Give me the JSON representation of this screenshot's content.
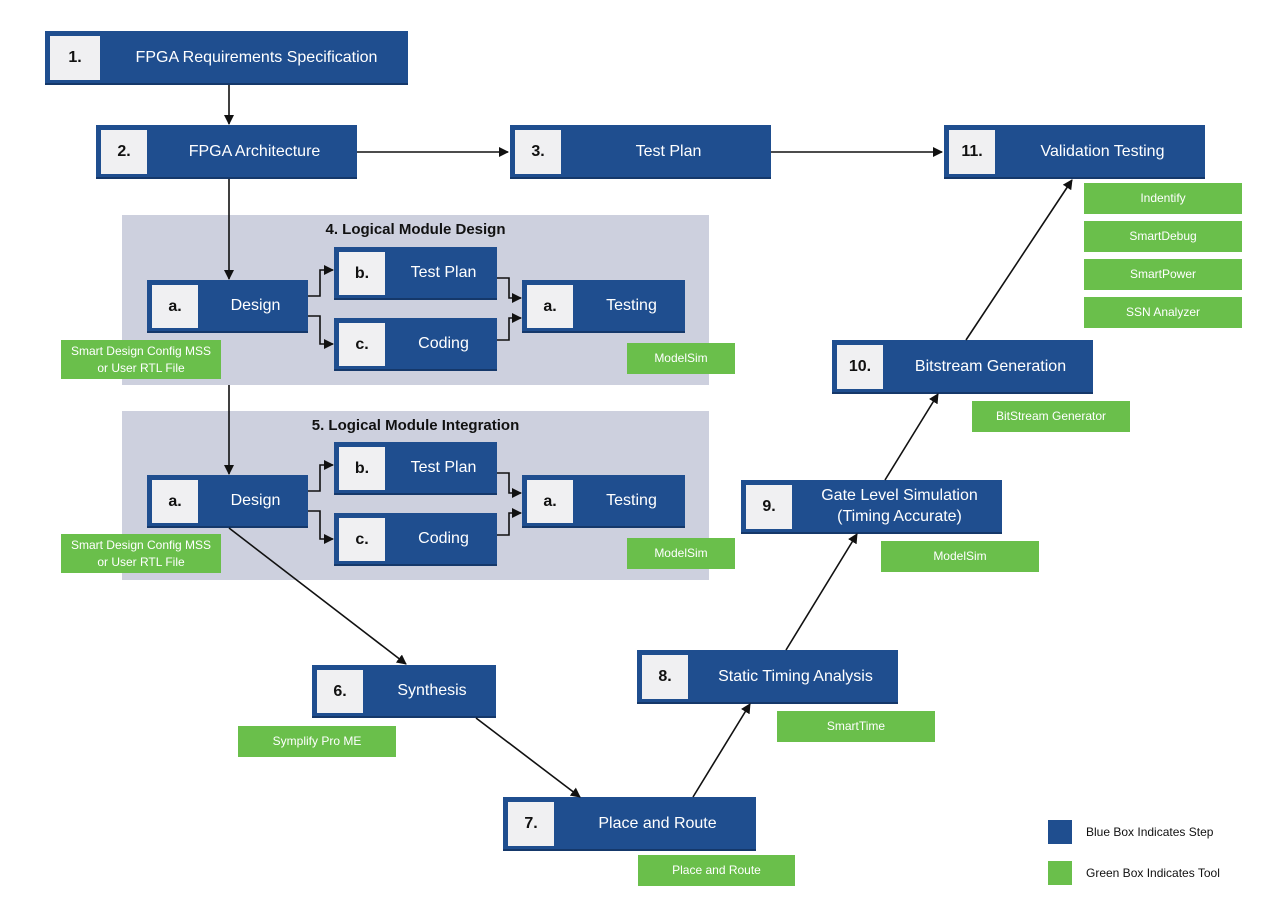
{
  "steps": {
    "s1": {
      "num": "1.",
      "label": "FPGA Requirements Specification"
    },
    "s2": {
      "num": "2.",
      "label": "FPGA Architecture"
    },
    "s3": {
      "num": "3.",
      "label": "Test Plan"
    },
    "s11": {
      "num": "11.",
      "label": "Validation Testing"
    },
    "s4a": {
      "num": "a.",
      "label": "Design"
    },
    "s4b": {
      "num": "b.",
      "label": "Test Plan"
    },
    "s4c": {
      "num": "c.",
      "label": "Coding"
    },
    "s4t": {
      "num": "a.",
      "label": "Testing"
    },
    "s5a": {
      "num": "a.",
      "label": "Design"
    },
    "s5b": {
      "num": "b.",
      "label": "Test Plan"
    },
    "s5c": {
      "num": "c.",
      "label": "Coding"
    },
    "s5t": {
      "num": "a.",
      "label": "Testing"
    },
    "s6": {
      "num": "6.",
      "label": "Synthesis"
    },
    "s7": {
      "num": "7.",
      "label": "Place and Route"
    },
    "s8": {
      "num": "8.",
      "label": "Static Timing Analysis"
    },
    "s9": {
      "num": "9.",
      "label": "Gate Level Simulation (Timing Accurate)"
    },
    "s10": {
      "num": "10.",
      "label": "Bitstream Generation"
    }
  },
  "panels": {
    "p4": "4. Logical Module Design",
    "p5": "5. Logical Module Integration"
  },
  "tools": {
    "identify": "Indentify",
    "smartdebug": "SmartDebug",
    "smartpower": "SmartPower",
    "ssn": "SSN Analyzer",
    "bitstream": "BitStream Generator",
    "modelsim9": "ModelSim",
    "smarttime": "SmartTime",
    "placeroute": "Place and Route",
    "symplify": "Symplify Pro ME",
    "smartdesign4": "Smart Design Config MSS or User RTL File",
    "modelsim4": "ModelSim",
    "smartdesign5": "Smart Design Config MSS or User RTL File",
    "modelsim5": "ModelSim"
  },
  "legend": {
    "step_text": "Blue Box Indicates Step",
    "tool_text": "Green Box Indicates Tool",
    "step_color": "#1f4e8f",
    "tool_color": "#6abf4b"
  },
  "colors": {
    "step": "#1f4e8f",
    "tool": "#6abf4b",
    "panel": "#cdd0de",
    "number_tile": "#f0f0f2"
  }
}
